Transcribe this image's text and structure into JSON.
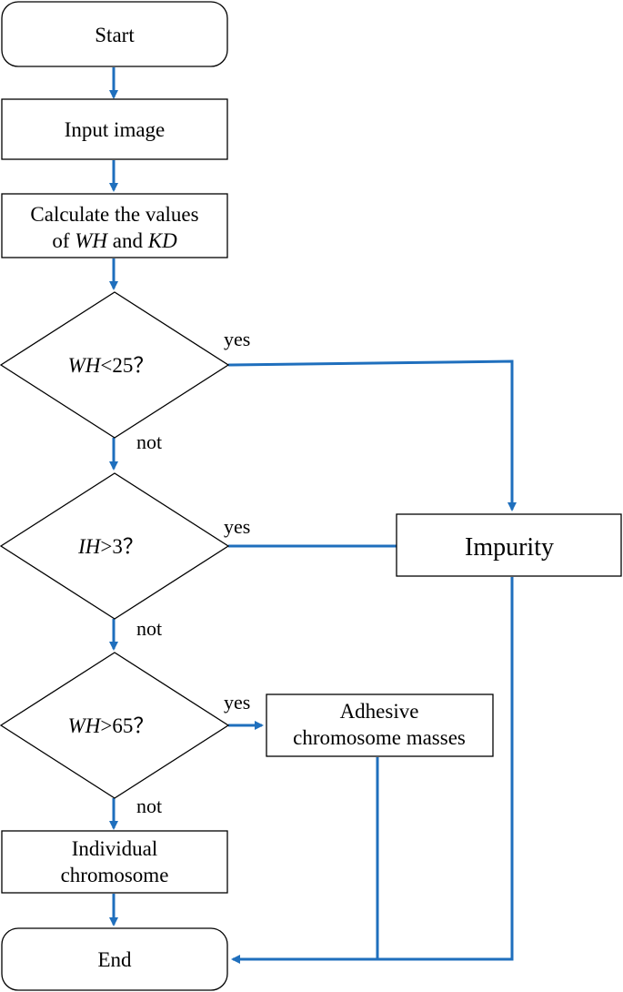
{
  "diagram": {
    "colors": {
      "connector": "#1f6fbd",
      "node_border": "#000000",
      "text": "#000000",
      "background": "#ffffff"
    },
    "nodes": {
      "start": {
        "text": "Start"
      },
      "input": {
        "text": "Input image"
      },
      "calc": {
        "line1": "Calculate the values",
        "line2_a": "of ",
        "line2_wh": "WH",
        "line2_b": " and ",
        "line2_kd": "KD"
      },
      "d1": {
        "var": "WH",
        "rest": "<25？"
      },
      "d2": {
        "var": "IH",
        "rest": ">3？"
      },
      "d3": {
        "var": "WH",
        "rest": ">65？"
      },
      "impurity": {
        "text": "Impurity"
      },
      "adhesive": {
        "line1": "Adhesive",
        "line2": "chromosome masses"
      },
      "individual": {
        "line1": "Individual",
        "line2": "chromosome"
      },
      "end": {
        "text": "End"
      }
    },
    "edge_labels": {
      "d1_yes": "yes",
      "d1_not": "not",
      "d2_yes": "yes",
      "d2_not": "not",
      "d3_yes": "yes",
      "d3_not": "not"
    }
  }
}
